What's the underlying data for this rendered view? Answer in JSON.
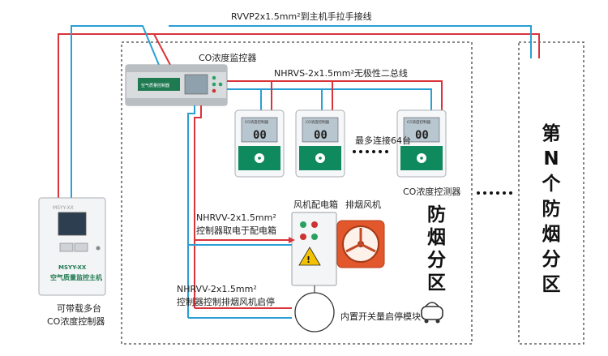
{
  "labels": {
    "top_cable": "RVVP2x1.5mm²到主机手拉手接线",
    "monitor_title": "CO浓度监控器",
    "monitor_panel_text": "空气质量控制器",
    "bus_cable": "NHRVS-2x1.5mm²无极性二总线",
    "max_connect": "最多连接64台",
    "detector_label": "CO浓度控测器",
    "fan_box": "风机配电箱",
    "exhaust_fan": "排烟风机",
    "power_cable_line1": "NHRVV-2x1.5mm²",
    "power_cable_line2": "控制器取电于配电箱",
    "control_cable_line1": "NHRVV-2x1.5mm²",
    "control_cable_line2": "控制器控制排烟风机启停",
    "switch_module": "内置开关量启停模块",
    "host_caption_line1": "可带载多台",
    "host_caption_line2": "CO浓度控制器",
    "host_model": "MSYY-XX",
    "host_name": "空气质量监控主机",
    "host_display": "MSYY-XX",
    "zone_chars": [
      "防",
      "烟",
      "分",
      "区"
    ],
    "zone_n_chars": [
      "第",
      "N",
      "个",
      "防",
      "烟",
      "分",
      "区"
    ],
    "detector_panel_text": "CO浓度控制器",
    "detector_reading": "00"
  },
  "colors": {
    "red_wire": "#d9343a",
    "blue_wire": "#2a9fd6",
    "green_panel": "#0e8a5e",
    "dashed": "#444444"
  }
}
